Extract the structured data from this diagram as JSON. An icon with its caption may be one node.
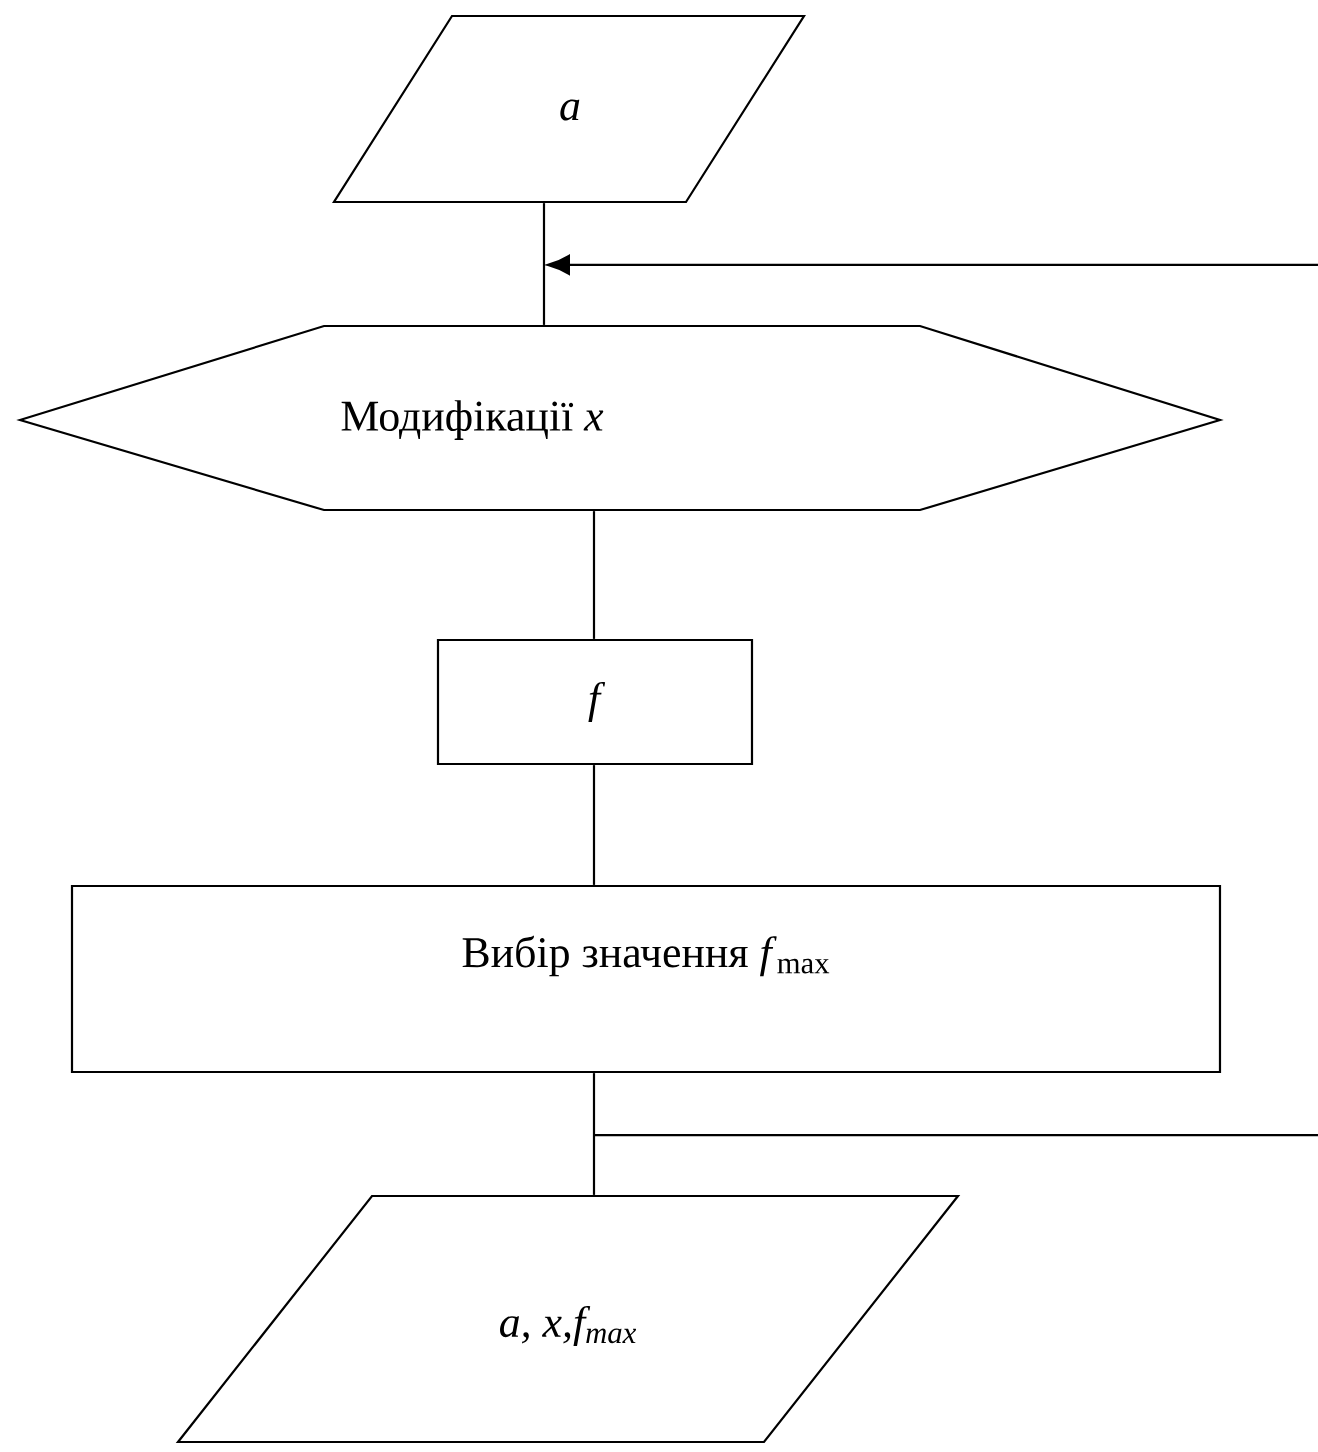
{
  "diagram": {
    "nodes": [
      {
        "text": [
          "a"
        ]
      },
      {
        "text": [
          "Модифікації *x*"
        ]
      },
      {
        "text": [
          "f"
        ]
      },
      {
        "text": [
          "Вибір значення *f*$_{max}$"
        ]
      },
      {
        "text": [
          "a, x,f$_{max}$"
        ]
      }
    ],
    "edges": [
      {
        "from": 0,
        "to": 1,
        "arrow": "none"
      },
      {
        "from": null,
        "to": 1,
        "arrow": "to"
      },
      {
        "from": 1,
        "to": 2,
        "arrow": "none"
      },
      {
        "from": 2,
        "to": 3,
        "arrow": "none"
      },
      {
        "from": 3,
        "to": 4,
        "arrow": "none"
      },
      {
        "from": 3,
        "to": null,
        "arrow": "none"
      }
    ]
  }
}
